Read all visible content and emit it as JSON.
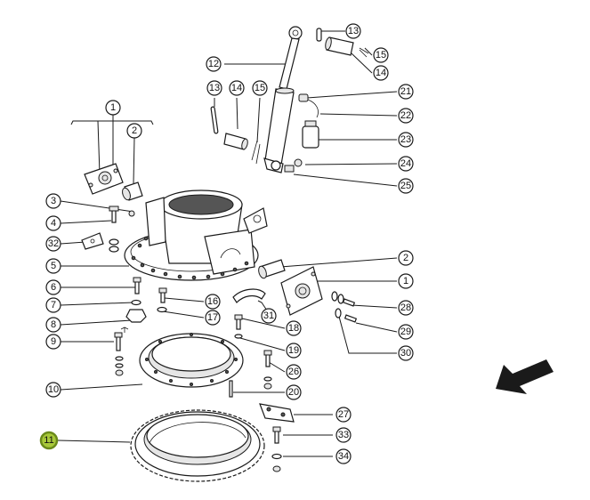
{
  "figure": {
    "accent_color": "#a8c83a",
    "highlighted_label": "11",
    "direction_arrow_icon": "arrow-down-left-icon"
  },
  "labels": [
    {
      "id": "l1a",
      "text": "1"
    },
    {
      "id": "l2a",
      "text": "2"
    },
    {
      "id": "l3",
      "text": "3"
    },
    {
      "id": "l4",
      "text": "4"
    },
    {
      "id": "l32",
      "text": "32"
    },
    {
      "id": "l5",
      "text": "5"
    },
    {
      "id": "l6",
      "text": "6"
    },
    {
      "id": "l7",
      "text": "7"
    },
    {
      "id": "l8",
      "text": "8"
    },
    {
      "id": "l9",
      "text": "9"
    },
    {
      "id": "l10",
      "text": "10"
    },
    {
      "id": "l11",
      "text": "11"
    },
    {
      "id": "l12",
      "text": "12"
    },
    {
      "id": "l13a",
      "text": "13"
    },
    {
      "id": "l14a",
      "text": "14"
    },
    {
      "id": "l15a",
      "text": "15"
    },
    {
      "id": "l13b",
      "text": "13"
    },
    {
      "id": "l15b",
      "text": "15"
    },
    {
      "id": "l14b",
      "text": "14"
    },
    {
      "id": "l21",
      "text": "21"
    },
    {
      "id": "l22",
      "text": "22"
    },
    {
      "id": "l23",
      "text": "23"
    },
    {
      "id": "l24",
      "text": "24"
    },
    {
      "id": "l25",
      "text": "25"
    },
    {
      "id": "l2b",
      "text": "2"
    },
    {
      "id": "l1b",
      "text": "1"
    },
    {
      "id": "l28",
      "text": "28"
    },
    {
      "id": "l29",
      "text": "29"
    },
    {
      "id": "l30",
      "text": "30"
    },
    {
      "id": "l16",
      "text": "16"
    },
    {
      "id": "l17",
      "text": "17"
    },
    {
      "id": "l31",
      "text": "31"
    },
    {
      "id": "l18",
      "text": "18"
    },
    {
      "id": "l19",
      "text": "19"
    },
    {
      "id": "l26",
      "text": "26"
    },
    {
      "id": "l20",
      "text": "20"
    },
    {
      "id": "l27",
      "text": "27"
    },
    {
      "id": "l33",
      "text": "33"
    },
    {
      "id": "l34",
      "text": "34"
    }
  ]
}
